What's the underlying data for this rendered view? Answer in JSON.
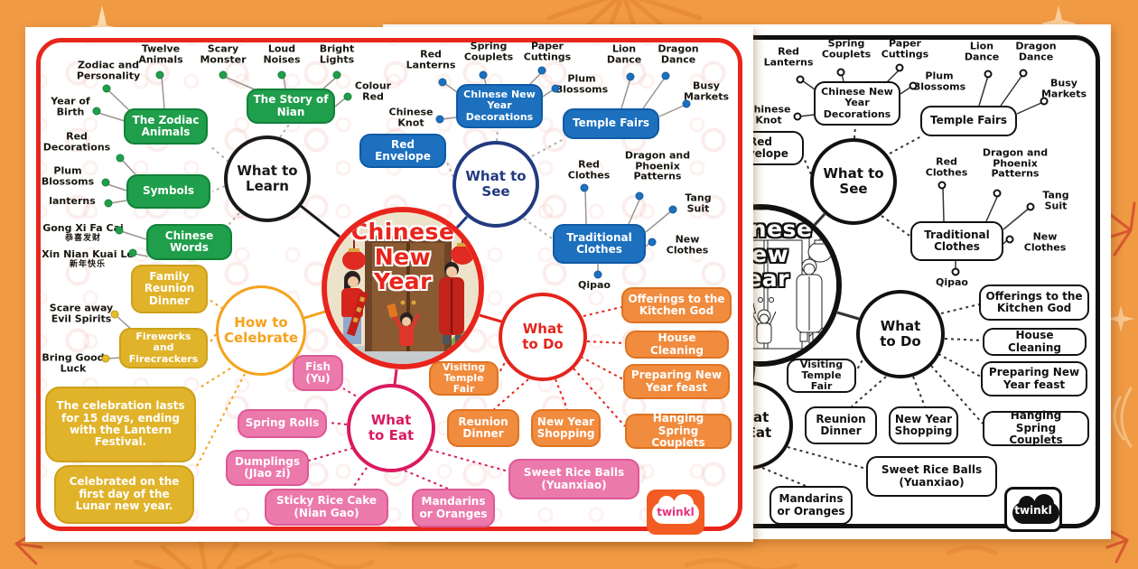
{
  "page": {
    "background_color": "#F09A44"
  },
  "poster": {
    "title_lines": [
      "Chinese",
      "New",
      "Year"
    ],
    "brand": "twinkl"
  },
  "colors": {
    "frame_red": "#E8261C",
    "green": "#1F9E4B",
    "blue": "#1C70BE",
    "navy": "#223A80",
    "yellow": "#E0B32A",
    "amber": "#F5A21B",
    "orange": "#F18B3E",
    "red": "#E3251C",
    "pink": "#EC79AB",
    "crimson": "#D91A5F",
    "background_orange": "#F09A44"
  },
  "branches": {
    "learn": {
      "label": "What to Learn",
      "nodes": {
        "zodiac_animals": "The Zodiac Animals",
        "symbols": "Symbols",
        "chinese_words": "Chinese Words",
        "story_of_nian": "The Story of Nian"
      },
      "leaves": {
        "zodiac_personality": "Zodiac and Personality",
        "twelve_animals": "Twelve Animals",
        "year_of_birth": "Year of Birth",
        "scary_monster": "Scary Monster",
        "loud_noises": "Loud Noises",
        "bright_lights": "Bright Lights",
        "colour_red": "Colour Red",
        "red_decorations": "Red Decorations",
        "plum_blossoms": "Plum Blossoms",
        "lanterns": "lanterns",
        "gong_xi_fa_cai": "Gong Xi Fa Cai",
        "gong_xi_fa_cai_cn": "恭喜发财",
        "xin_nian_kuai_le": "Xin Nian Kuai Le",
        "xin_nian_kuai_le_cn": "新年快乐"
      }
    },
    "see": {
      "label": "What to See",
      "nodes": {
        "decorations": "Chinese New Year Decorations",
        "red_envelope": "Red Envelope",
        "temple_fairs": "Temple Fairs",
        "traditional_clothes": "Traditional Clothes"
      },
      "leaves": {
        "red_lanterns": "Red Lanterns",
        "spring_couplets": "Spring Couplets",
        "paper_cuttings": "Paper Cuttings",
        "plum_blossoms": "Plum Blossoms",
        "chinese_knot": "Chinese Knot",
        "lion_dance": "Lion Dance",
        "dragon_dance": "Dragon Dance",
        "busy_markets": "Busy Markets",
        "red_clothes": "Red Clothes",
        "dragon_phoenix": "Dragon and Phoenix Patterns",
        "tang_suit": "Tang Suit",
        "new_clothes": "New Clothes",
        "qipao": "Qipao"
      }
    },
    "celebrate": {
      "label": "How to Celebrate",
      "nodes": {
        "family_reunion_dinner": "Family Reunion Dinner",
        "fireworks": "Fireworks and Firecrackers",
        "fact_duration": "The celebration lasts for 15 days, ending with the Lantern Festival.",
        "fact_first_day": "Celebrated on the first day of the Lunar new year."
      },
      "leaves": {
        "scare_away": "Scare away Evil Spirits",
        "good_luck": "Bring Good Luck"
      }
    },
    "eat": {
      "label": "What to Eat",
      "nodes": {
        "fish": "Fish (Yu)",
        "spring_rolls": "Spring Rolls",
        "dumplings": "Dumplings (JIao zi)",
        "sticky_rice_cake": "Sticky Rice Cake (Nian Gao)",
        "mandarins": "Mandarins or Oranges",
        "sweet_rice_balls": "Sweet Rice Balls (Yuanxiao)"
      }
    },
    "todo": {
      "label": "What to Do",
      "nodes": {
        "kitchen_god": "Offerings to the Kitchen God",
        "house_cleaning": "House Cleaning",
        "ny_feast": "Preparing New Year feast",
        "hanging_couplets": "Hanging Spring Couplets",
        "ny_shopping": "New Year Shopping",
        "reunion_dinner": "Reunion Dinner",
        "visiting_temple_fair": "Visiting Temple Fair"
      }
    }
  }
}
